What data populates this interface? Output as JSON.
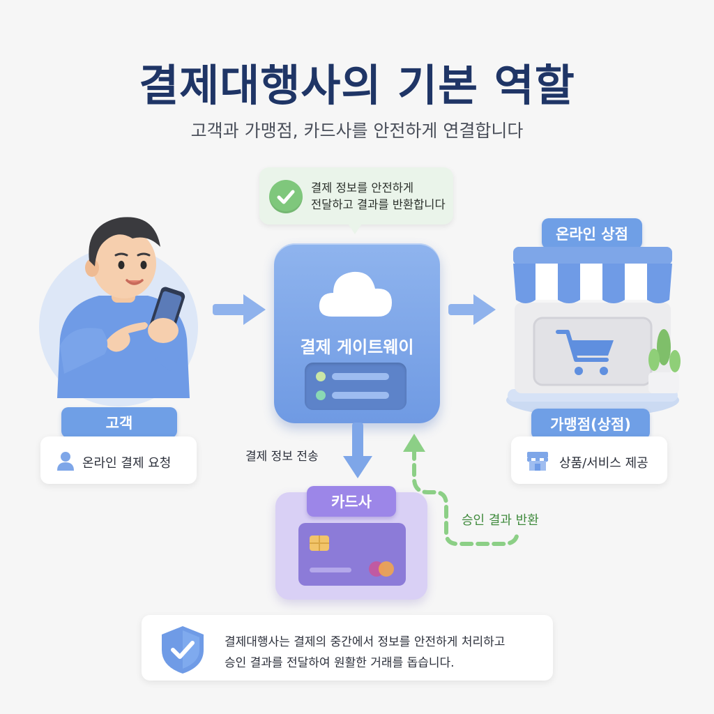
{
  "title": "결제대행사의 기본 역할",
  "subtitle": "고객과 가맹점, 카드사를 안전하게 연결합니다",
  "bubble": {
    "line1": "결제 정보를 안전하게",
    "line2": "전달하고 결과를 반환합니다",
    "icon": "check-circle-icon"
  },
  "customer": {
    "label": "고객",
    "description": "온라인 결제 요청",
    "icon": "user-icon"
  },
  "gateway": {
    "title": "결제 게이트웨이",
    "icon": "cloud-icon"
  },
  "store": {
    "label": "온라인 상점",
    "merchant_label": "가맹점(상점)",
    "description": "상품/서비스 제공",
    "icon": "shop-icon"
  },
  "card_company": {
    "label": "카드사"
  },
  "flows": {
    "send": "결제 정보 전송",
    "approve": "승인 결과 반환"
  },
  "info": {
    "line1": "결제대행사는 결제의 중간에서 정보를 안전하게 처리하고",
    "line2": "승인 결과를 전달하여 원활한 거래를 돕습니다.",
    "icon": "shield-check-icon"
  },
  "colors": {
    "title": "#1f3566",
    "accent_blue": "#6f9fe6",
    "accent_green": "#7fc77c",
    "accent_purple": "#9c86e8"
  }
}
